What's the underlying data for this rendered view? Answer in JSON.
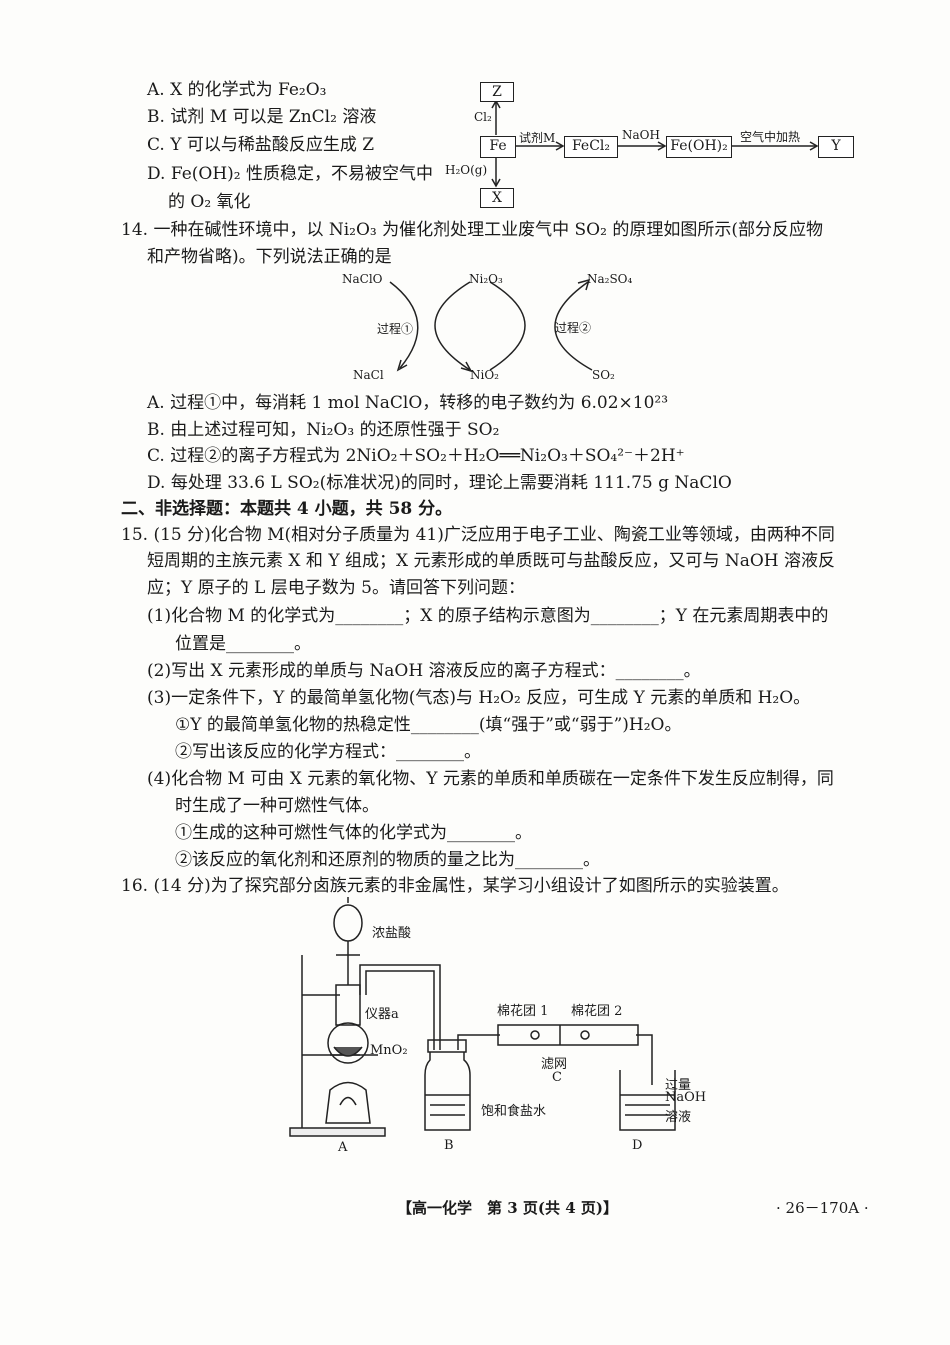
{
  "q13": {
    "options": [
      "A. X 的化学式为 Fe₂O₃",
      "B. 试剂 M 可以是 ZnCl₂ 溶液",
      "C. Y 可以与稀盐酸反应生成 Z",
      "D. Fe(OH)₂ 性质稳定，不易被空气中",
      "的 O₂ 氧化"
    ],
    "diagram": {
      "box_z": "Z",
      "box_fe": "Fe",
      "box_x": "X",
      "box_fecl2": "FeCl₂",
      "box_feoh2": "Fe(OH)₂",
      "box_y": "Y",
      "label_cl2": "Cl₂",
      "label_h2o": "H₂O(g)",
      "label_m": "试剂M",
      "label_naoh": "NaOH",
      "label_heat": "空气中加热"
    }
  },
  "q14": {
    "stem_1": "14. 一种在碱性环境中，以 Ni₂O₃ 为催化剂处理工业废气中 SO₂ 的原理如图所示(部分反应物",
    "stem_2": "和产物省略)。下列说法正确的是",
    "diagram": {
      "naclo": "NaClO",
      "ni2o3": "Ni₂O₃",
      "na2so4": "Na₂SO₄",
      "process1": "过程①",
      "process2": "过程②",
      "nacl": "NaCl",
      "nio2": "NiO₂",
      "so2": "SO₂"
    },
    "options": [
      "A. 过程①中，每消耗 1 mol NaClO，转移的电子数约为 6.02×10²³",
      "B. 由上述过程可知，Ni₂O₃ 的还原性强于 SO₂",
      "C. 过程②的离子方程式为 2NiO₂＋SO₂＋H₂O══Ni₂O₃＋SO₄²⁻＋2H⁺",
      "D. 每处理 33.6 L SO₂(标准状况)的同时，理论上需要消耗 111.75 g NaClO"
    ]
  },
  "section2": "二、非选择题：本题共 4 小题，共 58 分。",
  "q15": {
    "lines": [
      "15. (15 分)化合物 M(相对分子质量为 41)广泛应用于电子工业、陶瓷工业等领域，由两种不同",
      "短周期的主族元素 X 和 Y 组成；X 元素形成的单质既可与盐酸反应，又可与 NaOH 溶液反",
      "应；Y 原子的 L 层电子数为 5。请回答下列问题：",
      "(1)化合物 M 的化学式为________；X 的原子结构示意图为________；Y 在元素周期表中的",
      "位置是________。",
      "(2)写出 X 元素形成的单质与 NaOH 溶液反应的离子方程式：________。",
      "(3)一定条件下，Y 的最简单氢化物(气态)与 H₂O₂ 反应，可生成 Y 元素的单质和 H₂O。",
      "①Y 的最简单氢化物的热稳定性________(填“强于”或“弱于”)H₂O。",
      "②写出该反应的化学方程式：________。",
      "(4)化合物 M 可由 X 元素的氧化物、Y 元素的单质和单质碳在一定条件下发生反应制得，同",
      "时生成了一种可燃性气体。",
      "①生成的这种可燃性气体的化学式为________。",
      "②该反应的氧化剂和还原剂的物质的量之比为________。"
    ]
  },
  "q16": {
    "stem": "16. (14 分)为了探究部分卤族元素的非金属性，某学习小组设计了如图所示的实验装置。",
    "apparatus": {
      "conc_hcl": "浓盐酸",
      "instrument_a": "仪器a",
      "mno2": "MnO₂",
      "cotton1": "棉花团 1",
      "cotton2": "棉花团 2",
      "filter": "滤网",
      "label_c": "C",
      "sat_nacl": "饱和食盐水",
      "excess": "过量",
      "naoh": "NaOH",
      "solution": "溶液",
      "label_a": "A",
      "label_b": "B",
      "label_d": "D"
    }
  },
  "footer": {
    "center": "【高一化学　第 3 页(共 4 页)】",
    "right": "· 26－170A ·"
  }
}
